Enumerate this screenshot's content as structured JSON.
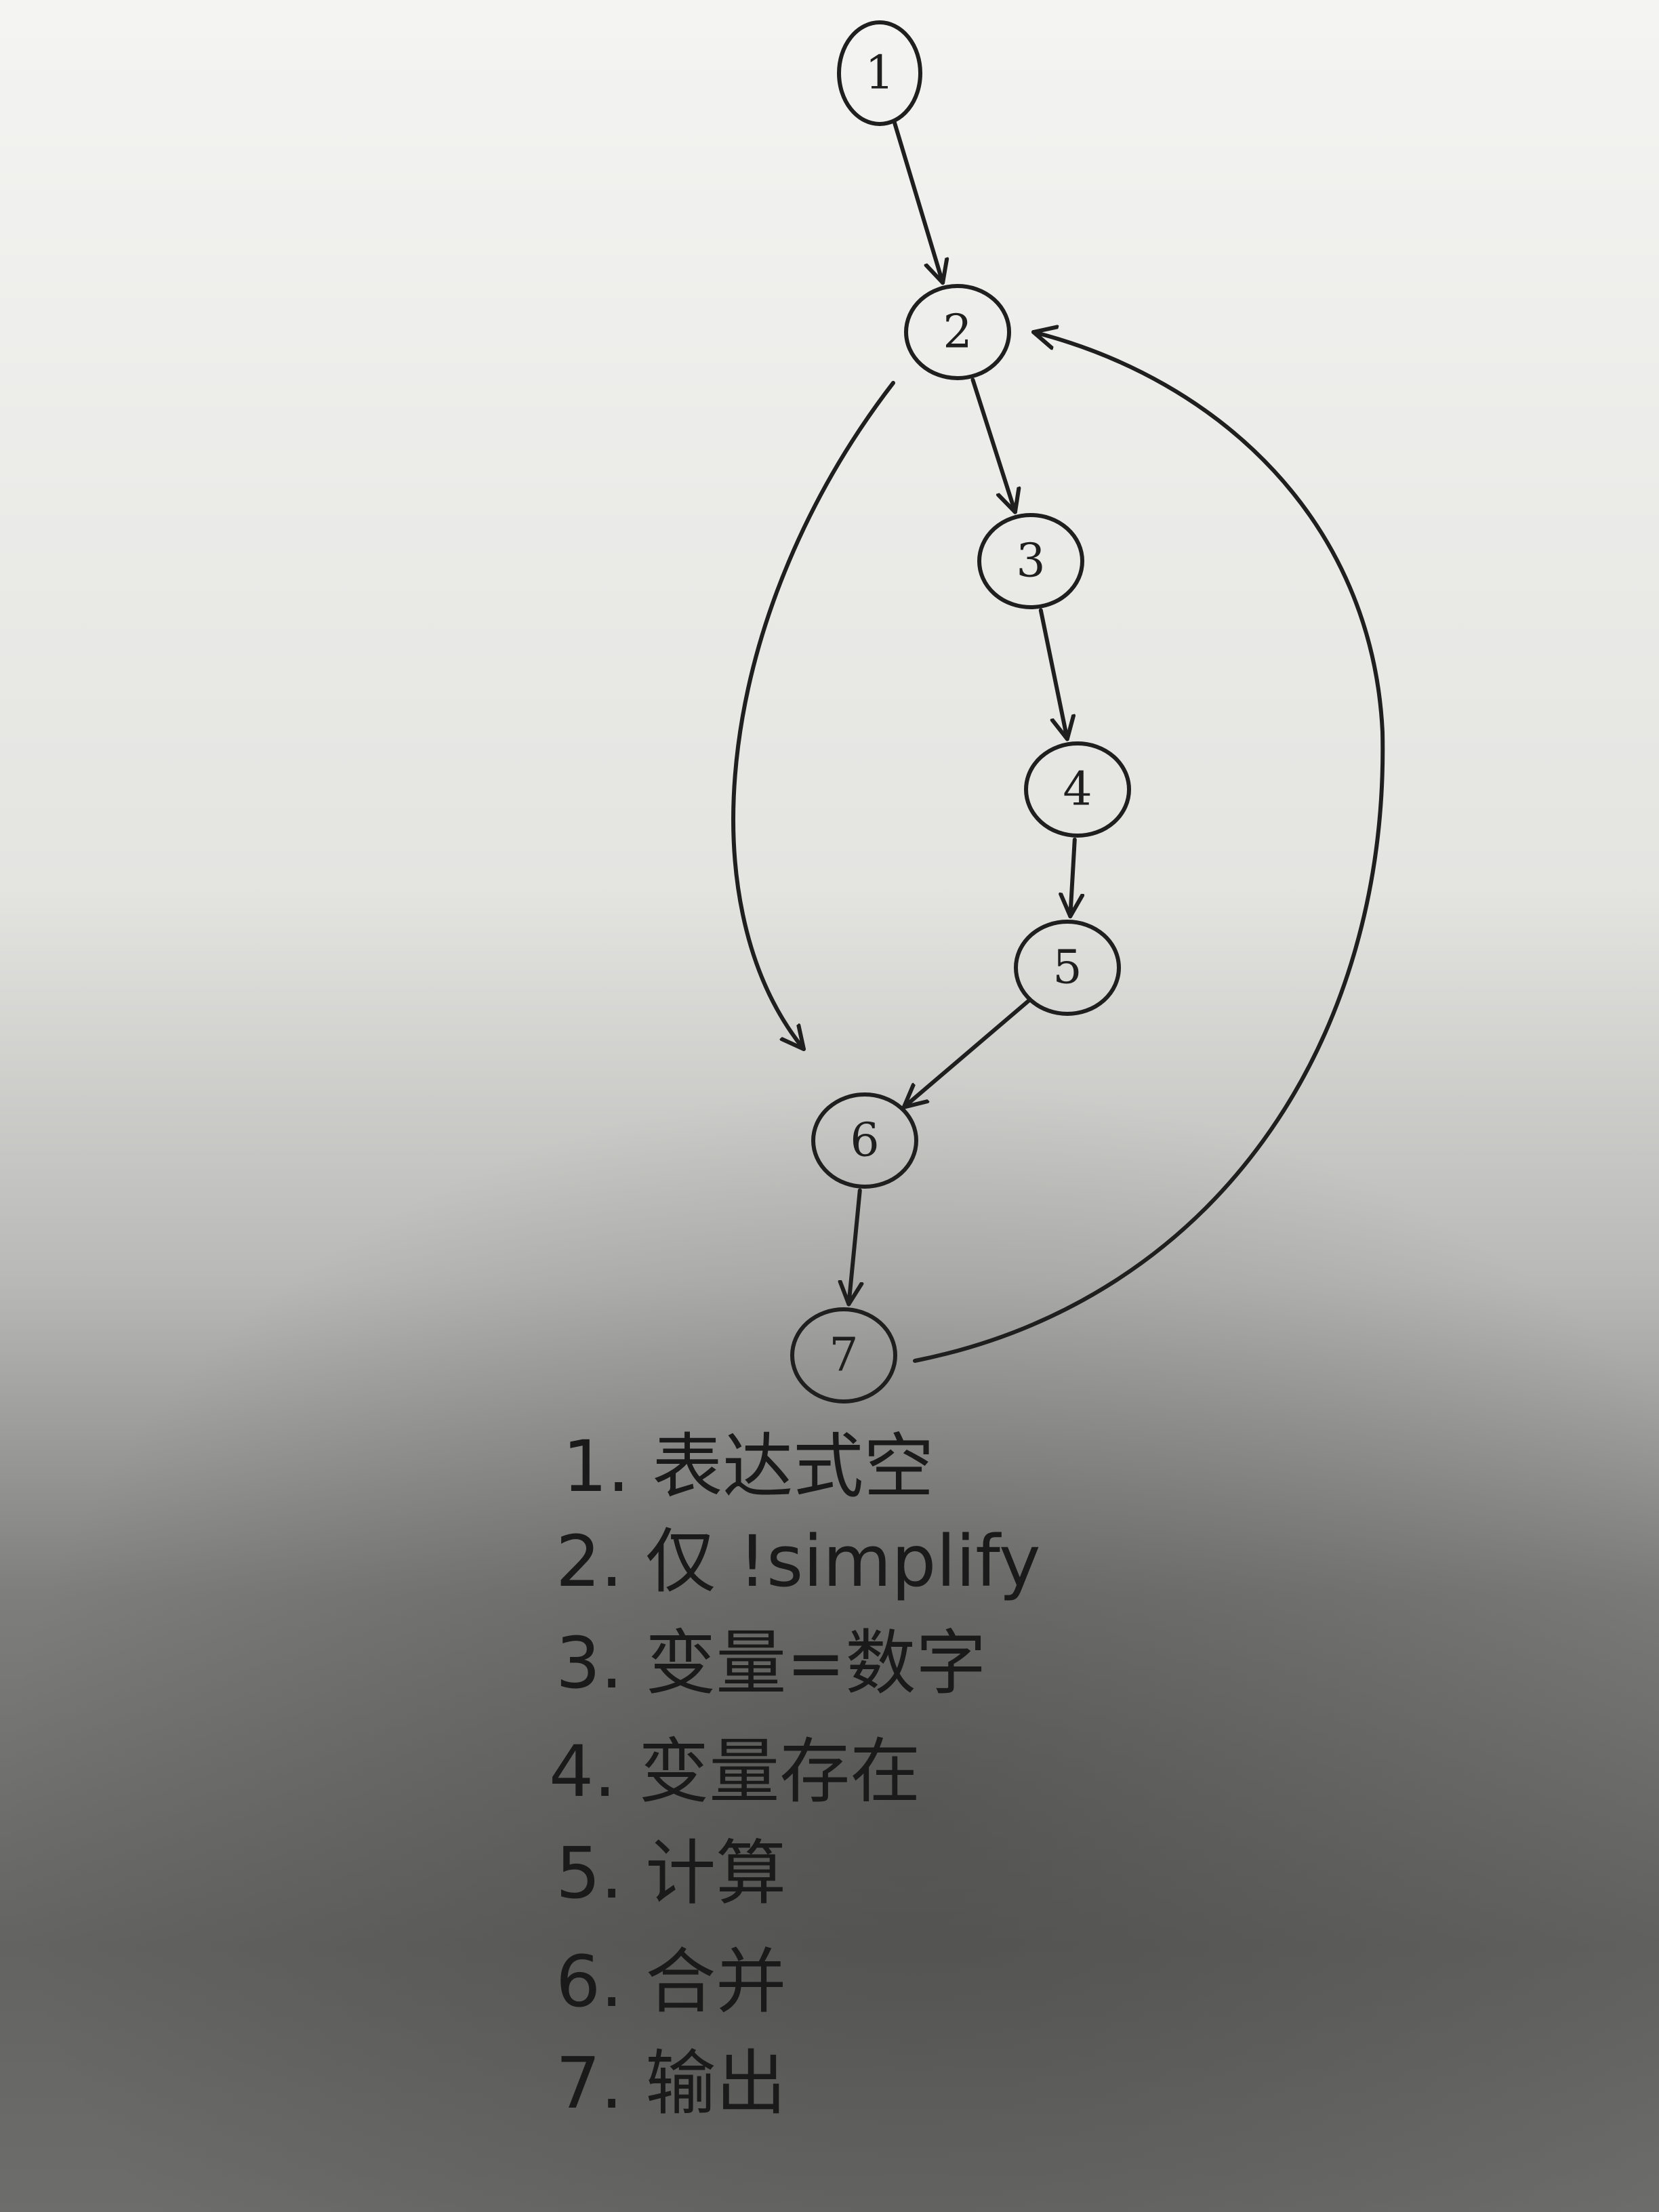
{
  "diagram": {
    "nodes": [
      {
        "id": "1",
        "label": "1"
      },
      {
        "id": "2",
        "label": "2"
      },
      {
        "id": "3",
        "label": "3"
      },
      {
        "id": "4",
        "label": "4"
      },
      {
        "id": "5",
        "label": "5"
      },
      {
        "id": "6",
        "label": "6"
      },
      {
        "id": "7",
        "label": "7"
      }
    ],
    "edges": [
      {
        "from": "1",
        "to": "2"
      },
      {
        "from": "2",
        "to": "3"
      },
      {
        "from": "3",
        "to": "4"
      },
      {
        "from": "4",
        "to": "5"
      },
      {
        "from": "5",
        "to": "6"
      },
      {
        "from": "2",
        "to": "6"
      },
      {
        "from": "6",
        "to": "7"
      },
      {
        "from": "7",
        "to": "2"
      }
    ]
  },
  "legend": [
    "1. 表达式空",
    "2. 仅 !simplify",
    "3. 变量=数字",
    "4. 变量存在",
    "5. 计算",
    "6. 合并",
    "7. 输出"
  ],
  "colors": {
    "ink": "#1f1f1f",
    "paper_light": "#f4f4f2",
    "paper_shadow": "#5e5e5c"
  }
}
